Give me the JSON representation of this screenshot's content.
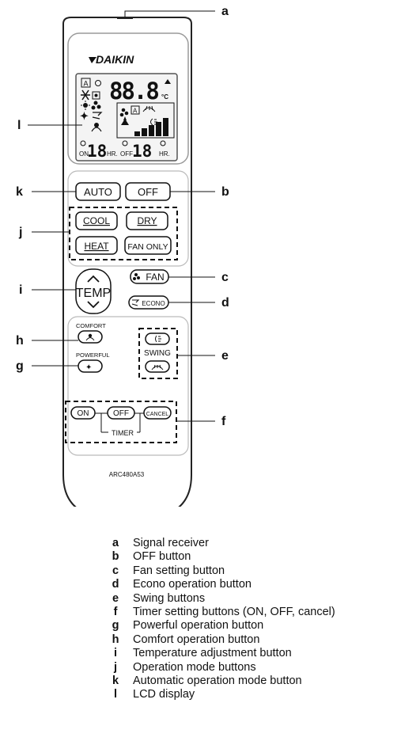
{
  "brand": "DAIKIN",
  "model": "ARC480A53",
  "lcd": {
    "temp_digits": "88.8",
    "temp_unit": "°C",
    "timer_on_label": "ON",
    "timer_on_digits": "18",
    "timer_on_unit": "HR.",
    "timer_off_label": "OFF",
    "timer_off_digits": "18",
    "timer_off_unit": "HR.",
    "auto_indicator": "A",
    "fan_auto_indicator": "A"
  },
  "buttons": {
    "auto": "AUTO",
    "off": "OFF",
    "cool": "COOL",
    "dry": "DRY",
    "heat": "HEAT",
    "fan_only": "FAN ONLY",
    "temp": "TEMP",
    "fan": "FAN",
    "econo": "ECONO",
    "comfort_caption": "COMFORT",
    "powerful_caption": "POWERFUL",
    "swing_caption": "SWING",
    "timer_on": "ON",
    "timer_off": "OFF",
    "timer_cancel": "CANCEL",
    "timer_caption": "TIMER"
  },
  "callouts": {
    "a": "a",
    "b": "b",
    "c": "c",
    "d": "d",
    "e": "e",
    "f": "f",
    "g": "g",
    "h": "h",
    "i": "i",
    "j": "j",
    "k": "k",
    "l": "l"
  },
  "legend": [
    {
      "key": "a",
      "text": "Signal receiver"
    },
    {
      "key": "b",
      "text": "OFF button"
    },
    {
      "key": "c",
      "text": "Fan setting button"
    },
    {
      "key": "d",
      "text": "Econo operation button"
    },
    {
      "key": "e",
      "text": "Swing buttons"
    },
    {
      "key": "f",
      "text": "Timer setting buttons (ON, OFF, cancel)"
    },
    {
      "key": "g",
      "text": "Powerful operation button"
    },
    {
      "key": "h",
      "text": "Comfort operation button"
    },
    {
      "key": "i",
      "text": "Temperature adjustment button"
    },
    {
      "key": "j",
      "text": "Operation mode buttons"
    },
    {
      "key": "k",
      "text": "Automatic operation mode button"
    },
    {
      "key": "l",
      "text": "LCD display"
    }
  ],
  "colors": {
    "remote_outline": "#222222",
    "inner_outline": "#9a9a9a",
    "lcd_fill": "#f4f4f4",
    "lcd_bar": "#111111"
  }
}
